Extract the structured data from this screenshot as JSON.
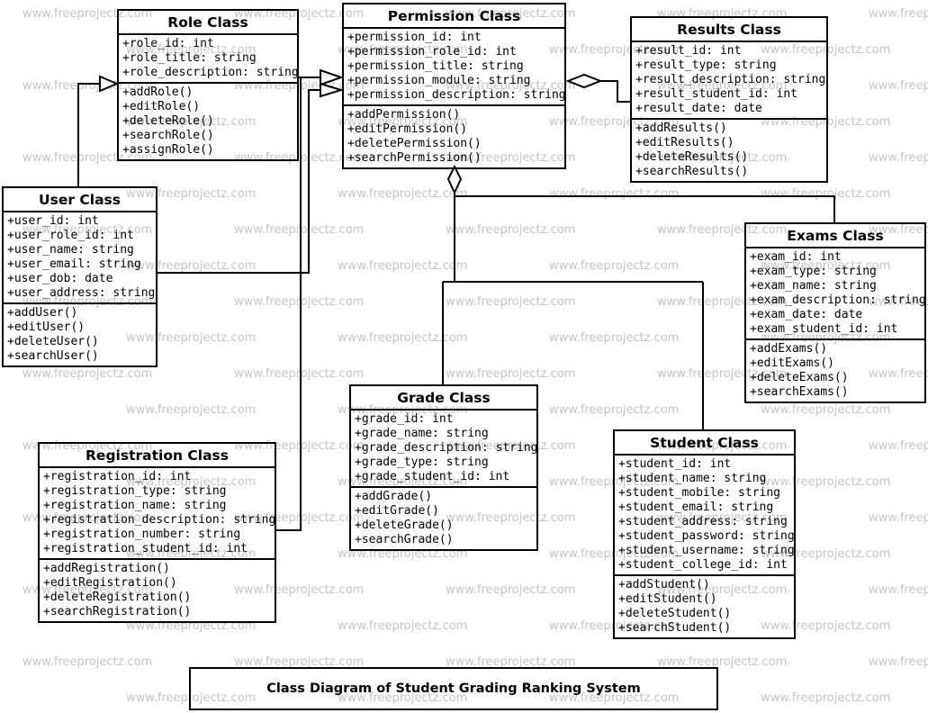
{
  "watermark": {
    "text": "www.freeprojectz.com",
    "color": "#c5c5c5"
  },
  "caption": "Class Diagram of Student Grading Ranking System",
  "classes": [
    {
      "id": "role",
      "title": "Role Class",
      "attributes": [
        "+role_id: int",
        "+role_title: string",
        "+role_description: string"
      ],
      "methods": [
        "+addRole()",
        "+editRole()",
        "+deleteRole()",
        "+searchRole()",
        "+assignRole()"
      ]
    },
    {
      "id": "permission",
      "title": "Permission Class",
      "attributes": [
        "+permission_id: int",
        "+permission_role_id: int",
        "+permission_title: string",
        "+permission_module: string",
        "+permission_description: string"
      ],
      "methods": [
        "+addPermission()",
        "+editPermission()",
        "+deletePermission()",
        "+searchPermission()"
      ]
    },
    {
      "id": "results",
      "title": "Results Class",
      "attributes": [
        "+result_id: int",
        "+result_type: string",
        "+result_description: string",
        "+result_student_id: int",
        "+result_date: date"
      ],
      "methods": [
        "+addResults()",
        "+editResults()",
        "+deleteResults()",
        "+searchResults()"
      ]
    },
    {
      "id": "user",
      "title": "User Class",
      "attributes": [
        "+user_id: int",
        "+user_role_id: int",
        "+user_name: string",
        "+user_email: string",
        "+user_dob: date",
        "+user_address: string"
      ],
      "methods": [
        "+addUser()",
        "+editUser()",
        "+deleteUser()",
        "+searchUser()"
      ]
    },
    {
      "id": "exams",
      "title": "Exams Class",
      "attributes": [
        "+exam_id: int",
        "+exam_type: string",
        "+exam_name: string",
        "+exam_description: string",
        "+exam_date: date",
        "+exam_student_id: int"
      ],
      "methods": [
        "+addExams()",
        "+editExams()",
        "+deleteExams()",
        "+searchExams()"
      ]
    },
    {
      "id": "grade",
      "title": "Grade Class",
      "attributes": [
        "+grade_id: int",
        "+grade_name: string",
        "+grade_description: string",
        "+grade_type: string",
        "+grade_student_id: int"
      ],
      "methods": [
        "+addGrade()",
        "+editGrade()",
        "+deleteGrade()",
        "+searchGrade()"
      ]
    },
    {
      "id": "registration",
      "title": "Registration Class",
      "attributes": [
        "+registration_id: int",
        "+registration_type: string",
        "+registration_name: string",
        "+registration_description: string",
        "+registration_number: string",
        "+registration_student_id: int"
      ],
      "methods": [
        "+addRegistration()",
        "+editRegistration()",
        "+deleteRegistration()",
        "+searchRegistration()"
      ]
    },
    {
      "id": "student",
      "title": "Student Class",
      "attributes": [
        "+student_id: int",
        "+student_name: string",
        "+student_mobile: string",
        "+student_email: string",
        "+student_address: string",
        "+student_password: string",
        "+student_username: string",
        "+student_college_id: int"
      ],
      "methods": [
        "+addStudent()",
        "+editStudent()",
        "+deleteStudent()",
        "+searchStudent()"
      ]
    }
  ],
  "relationships": [
    {
      "from": "User Class",
      "to": "Role Class",
      "type": "generalization"
    },
    {
      "from": "Role Class",
      "to": "Permission Class",
      "type": "generalization"
    },
    {
      "from": "User Class",
      "to": "Permission Class",
      "type": "generalization"
    },
    {
      "from": "Registration Class",
      "to": "Permission Class",
      "type": "generalization"
    },
    {
      "from": "Permission Class",
      "to": "Results Class",
      "type": "aggregation"
    },
    {
      "from": "Permission Class",
      "to": "Exams Class",
      "type": "aggregation"
    },
    {
      "from": "Permission Class",
      "to": "Grade Class",
      "type": "aggregation"
    },
    {
      "from": "Permission Class",
      "to": "Student Class",
      "type": "aggregation"
    }
  ]
}
